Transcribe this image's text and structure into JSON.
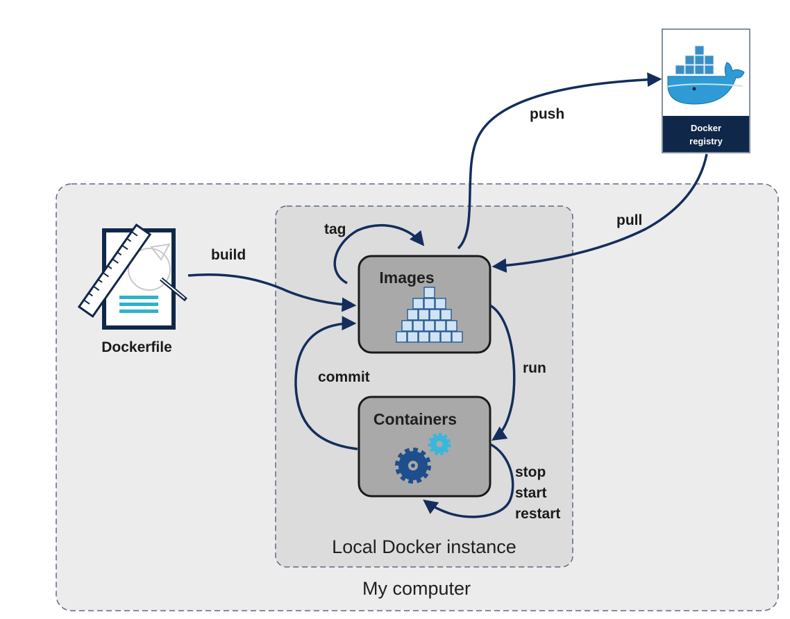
{
  "diagram": {
    "registry": {
      "line1": "Docker",
      "line2": "registry"
    },
    "regions": {
      "my_computer": "My computer",
      "local_instance": "Local Docker instance"
    },
    "nodes": {
      "dockerfile": "Dockerfile",
      "images": "Images",
      "containers": "Containers"
    },
    "edges": {
      "push": "push",
      "pull": "pull",
      "build": "build",
      "tag": "tag",
      "commit": "commit",
      "run": "run",
      "stop": "stop",
      "start": "start",
      "restart": "restart"
    },
    "colors": {
      "arrow": "#142d5c",
      "node_fill": "#a9a9a9",
      "region_fill": "#ececec",
      "registry_band": "#0f2748",
      "docker_blue": "#2e9bd6"
    }
  }
}
